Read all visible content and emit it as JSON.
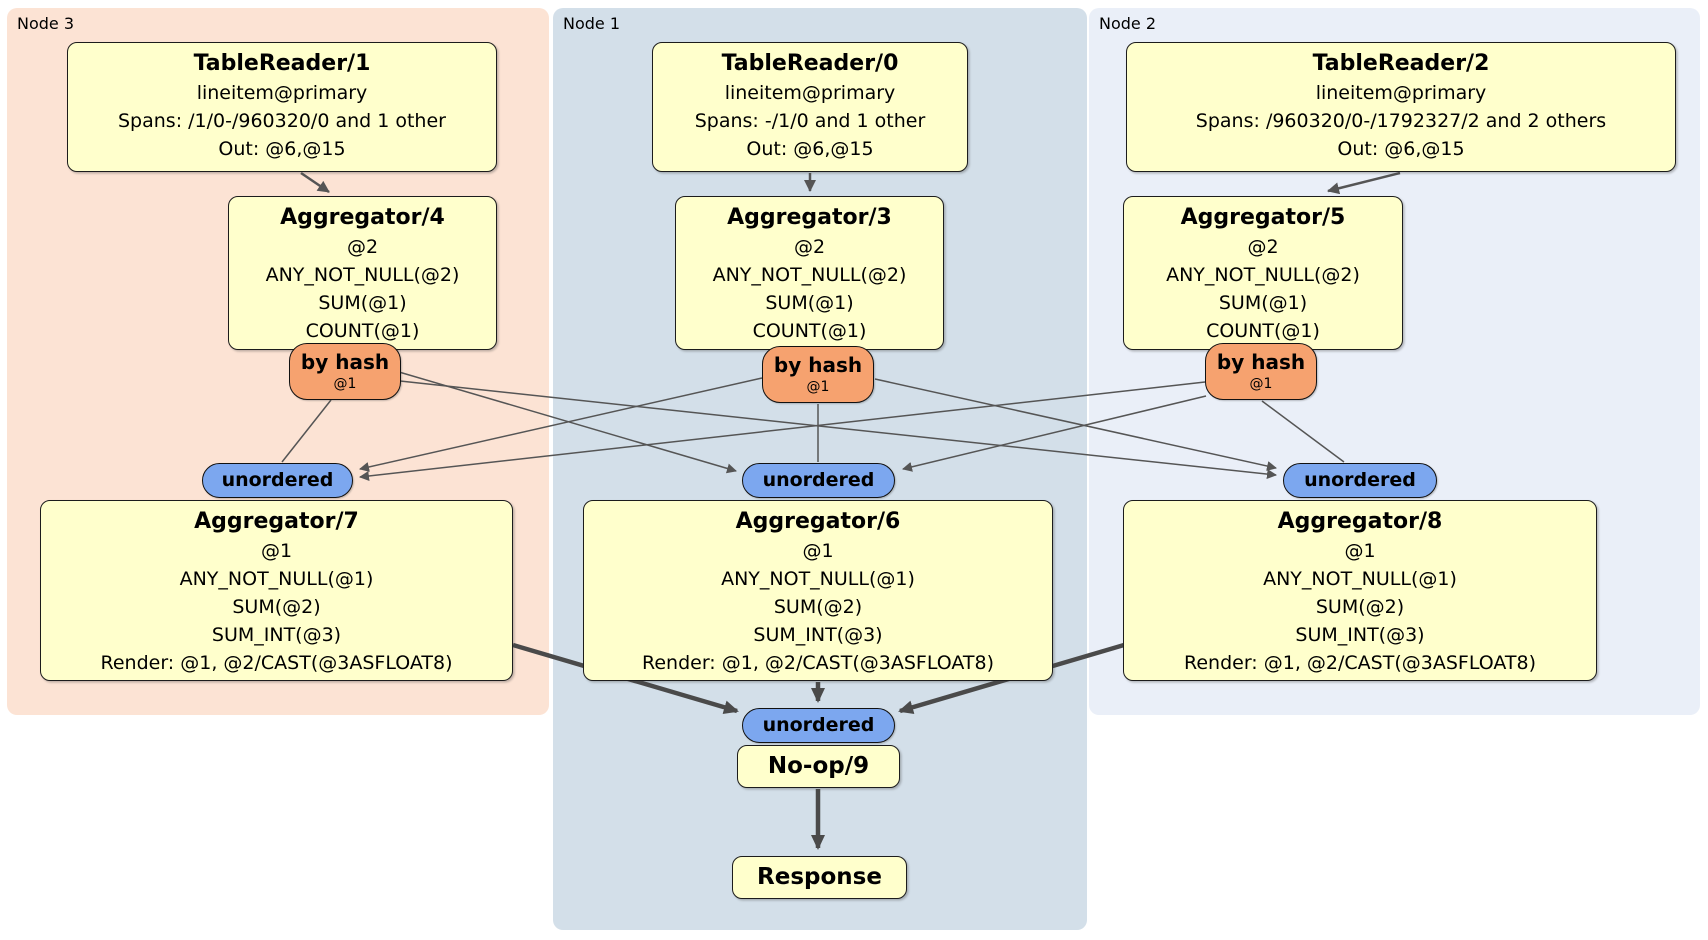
{
  "regions": [
    {
      "label": "Node 3",
      "color": "#fce3d4"
    },
    {
      "label": "Node 1",
      "color": "#d3dfe9"
    },
    {
      "label": "Node 2",
      "color": "#eaeff8"
    }
  ],
  "processors": {
    "tablereader1": {
      "title": "TableReader/1",
      "lines": [
        "lineitem@primary",
        "Spans: /1/0-/960320/0 and 1 other",
        "Out: @6,@15"
      ]
    },
    "tablereader0": {
      "title": "TableReader/0",
      "lines": [
        "lineitem@primary",
        "Spans: -/1/0 and 1 other",
        "Out: @6,@15"
      ]
    },
    "tablereader2": {
      "title": "TableReader/2",
      "lines": [
        "lineitem@primary",
        "Spans: /960320/0-/1792327/2 and 2 others",
        "Out: @6,@15"
      ]
    },
    "aggregator4": {
      "title": "Aggregator/4",
      "lines": [
        "@2",
        "ANY_NOT_NULL(@2)",
        "SUM(@1)",
        "COUNT(@1)"
      ]
    },
    "aggregator3": {
      "title": "Aggregator/3",
      "lines": [
        "@2",
        "ANY_NOT_NULL(@2)",
        "SUM(@1)",
        "COUNT(@1)"
      ]
    },
    "aggregator5": {
      "title": "Aggregator/5",
      "lines": [
        "@2",
        "ANY_NOT_NULL(@2)",
        "SUM(@1)",
        "COUNT(@1)"
      ]
    },
    "aggregator7": {
      "title": "Aggregator/7",
      "lines": [
        "@1",
        "ANY_NOT_NULL(@1)",
        "SUM(@2)",
        "SUM_INT(@3)",
        "Render: @1, @2/CAST(@3ASFLOAT8)"
      ]
    },
    "aggregator6": {
      "title": "Aggregator/6",
      "lines": [
        "@1",
        "ANY_NOT_NULL(@1)",
        "SUM(@2)",
        "SUM_INT(@3)",
        "Render: @1, @2/CAST(@3ASFLOAT8)"
      ]
    },
    "aggregator8": {
      "title": "Aggregator/8",
      "lines": [
        "@1",
        "ANY_NOT_NULL(@1)",
        "SUM(@2)",
        "SUM_INT(@3)",
        "Render: @1, @2/CAST(@3ASFLOAT8)"
      ]
    },
    "noop9": {
      "title": "No-op/9"
    },
    "response": {
      "title": "Response"
    }
  },
  "router": {
    "label": "by hash",
    "detail": "@1"
  },
  "sync": {
    "label": "unordered"
  },
  "colors": {
    "processor_fill": "#ffffcc",
    "router_fill": "#f6a26f",
    "sync_fill": "#7ca7ef",
    "edge": "#555555",
    "edge_thick": "#4a4a4a"
  }
}
